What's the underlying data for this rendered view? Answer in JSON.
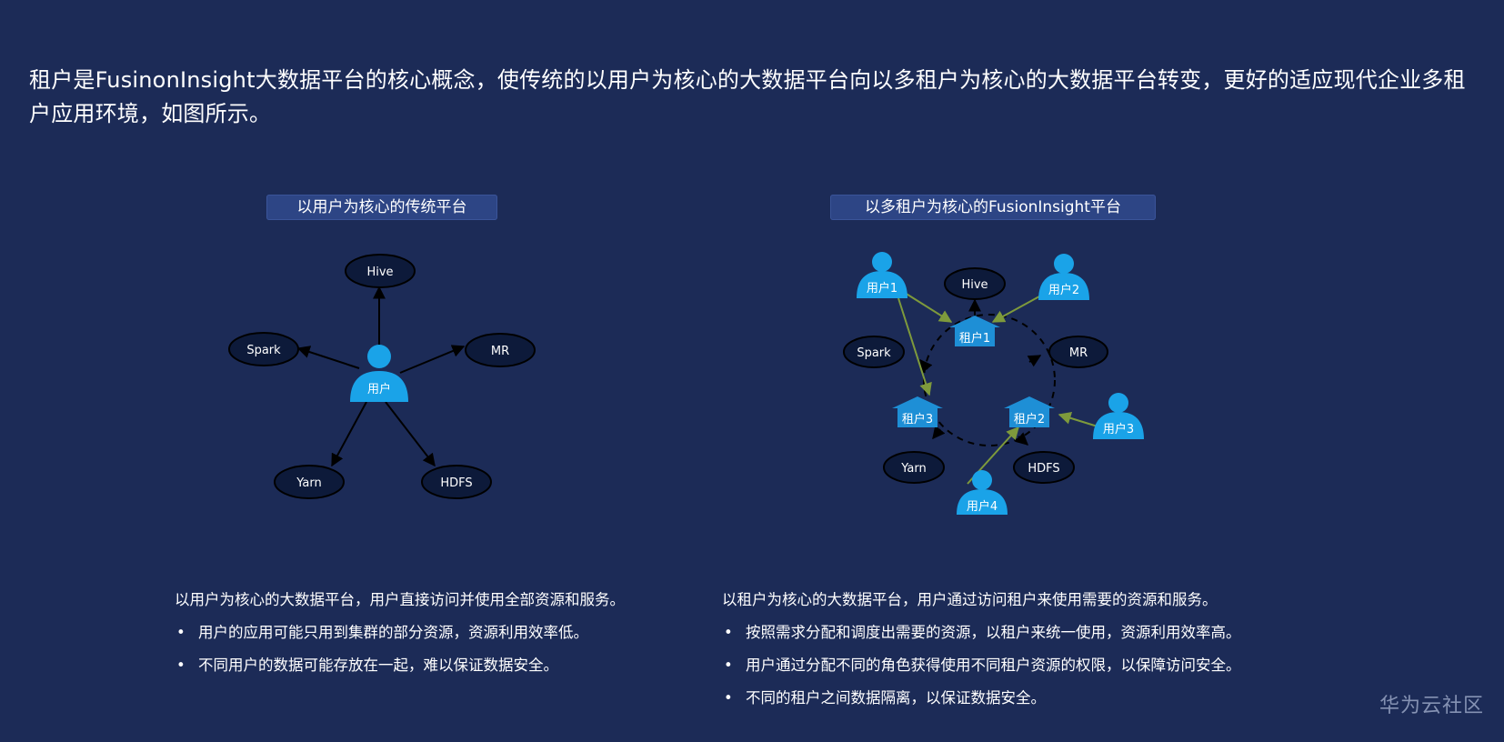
{
  "intro": "租户是FusinonInsight大数据平台的核心概念，使传统的以用户为核心的大数据平台向以多租户为核心的大数据平台转变，更好的适应现代企业多租户应用环境，如图所示。",
  "left_panel": {
    "title": "以用户为核心的传统平台",
    "center": "用户",
    "nodes": {
      "hive": "Hive",
      "spark": "Spark",
      "mr": "MR",
      "yarn": "Yarn",
      "hdfs": "HDFS"
    },
    "caption": {
      "heading": "以用户为核心的大数据平台，用户直接访问并使用全部资源和服务。",
      "bullets": [
        "用户的应用可能只用到集群的部分资源，资源利用效率低。",
        "不同用户的数据可能存放在一起，难以保证数据安全。"
      ]
    }
  },
  "right_panel": {
    "title": "以多租户为核心的FusionInsight平台",
    "users": [
      "用户1",
      "用户2",
      "用户3",
      "用户4"
    ],
    "tenants": [
      "租户1",
      "租户2",
      "租户3"
    ],
    "nodes": {
      "hive": "Hive",
      "spark": "Spark",
      "mr": "MR",
      "yarn": "Yarn",
      "hdfs": "HDFS"
    },
    "caption": {
      "heading": "以租户为核心的大数据平台，用户通过访问租户来使用需要的资源和服务。",
      "bullets": [
        "按照需求分配和调度出需要的资源，以租户来统一使用，资源利用效率高。",
        "用户通过分配不同的角色获得使用不同租户资源的权限，以保障访问安全。",
        "不同的租户之间数据隔离，以保证数据安全。"
      ]
    }
  },
  "watermark": "华为云社区",
  "colors": {
    "background": "#1c2b57",
    "accent_blue": "#1aa3e8",
    "tenant_blue": "#1e8fd6",
    "green_arrow": "#7e9a3c",
    "node_fill": "#0d1a3a"
  }
}
